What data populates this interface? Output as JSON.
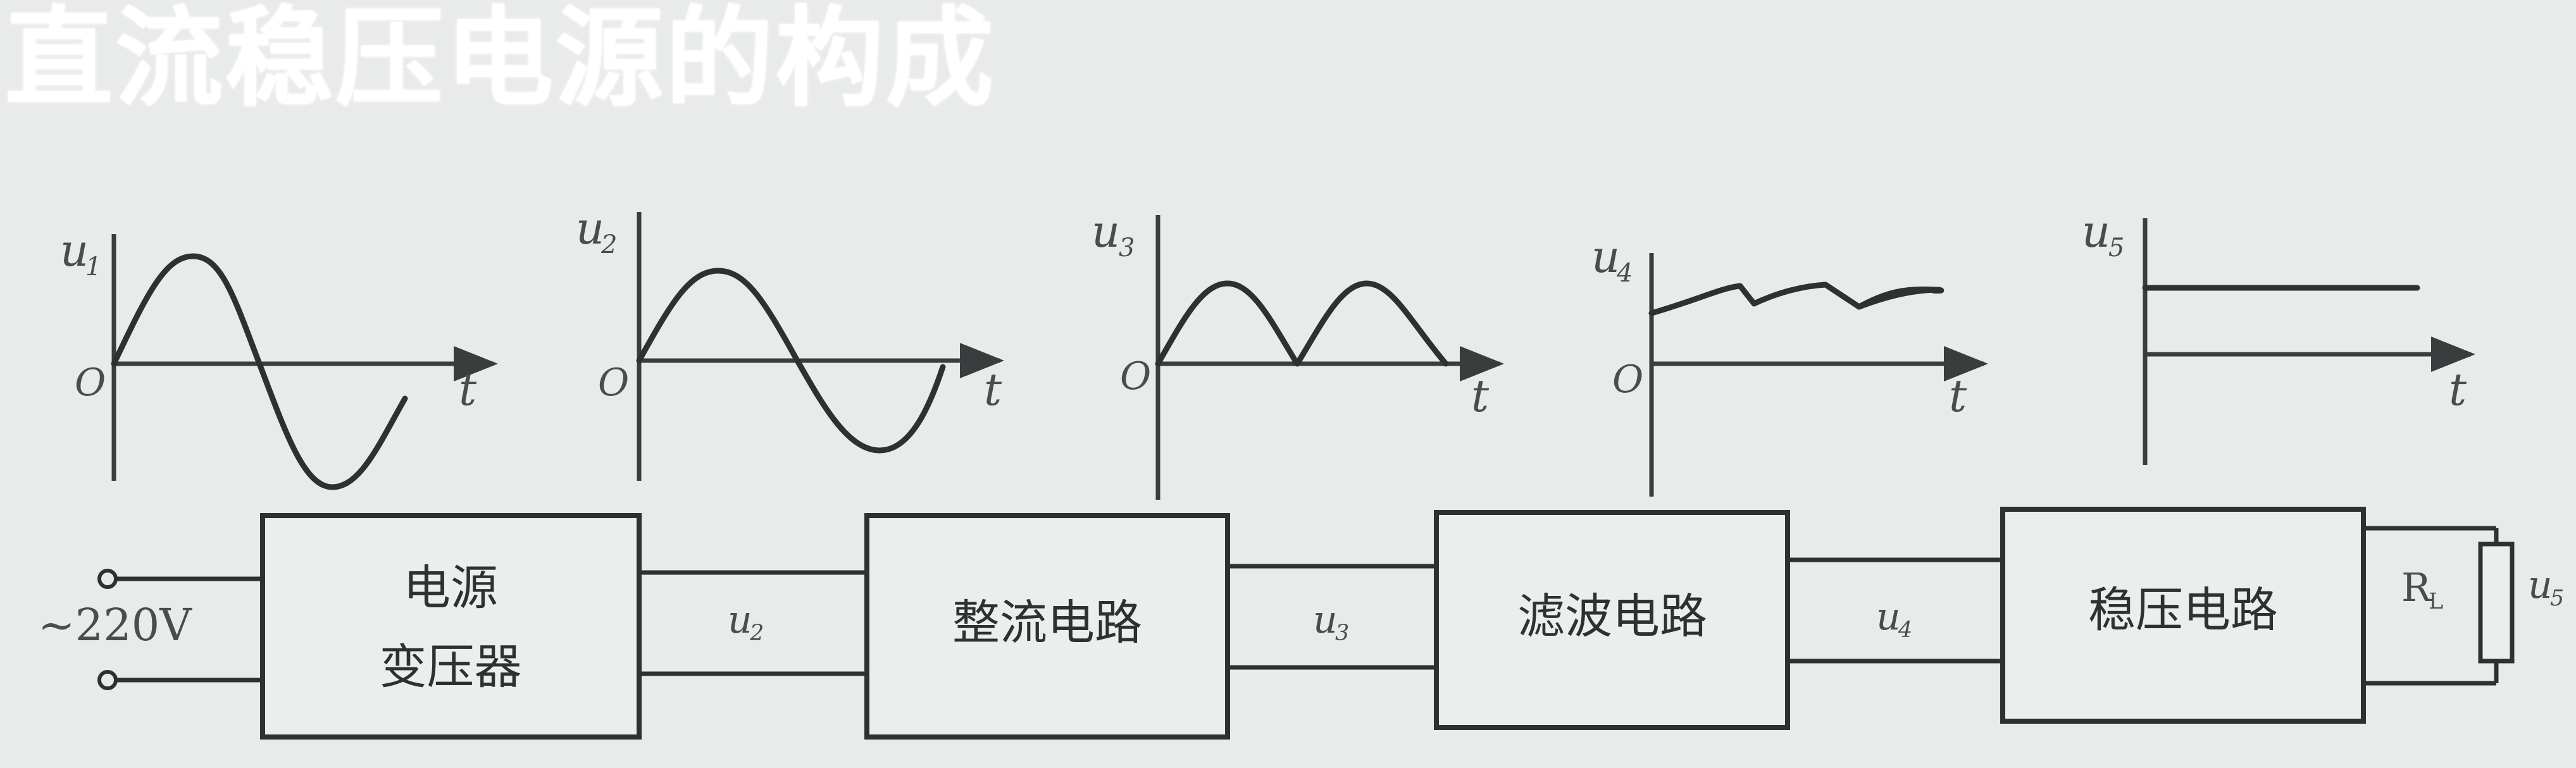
{
  "title": "直流稳压电源的构成",
  "input_label": "~220V",
  "graphs": [
    {
      "ylabel": "u",
      "ysub": "1",
      "origin": "O",
      "xlabel": "t"
    },
    {
      "ylabel": "u",
      "ysub": "2",
      "origin": "O",
      "xlabel": "t"
    },
    {
      "ylabel": "u",
      "ysub": "3",
      "origin": "O",
      "xlabel": "t"
    },
    {
      "ylabel": "u",
      "ysub": "4",
      "origin": "O",
      "xlabel": "t"
    },
    {
      "ylabel": "u",
      "ysub": "5",
      "xlabel": "t"
    }
  ],
  "blocks": {
    "transformer": {
      "line1": "电源",
      "line2": "变压器"
    },
    "rectifier": "整流电路",
    "filter": "滤波电路",
    "regulator": "稳压电路"
  },
  "wire_labels": {
    "u2": {
      "main": "u",
      "sub": "2"
    },
    "u3": {
      "main": "u",
      "sub": "3"
    },
    "u4": {
      "main": "u",
      "sub": "4"
    },
    "u5": {
      "main": "u",
      "sub": "5"
    }
  },
  "load": {
    "main": "R",
    "sub": "L"
  }
}
